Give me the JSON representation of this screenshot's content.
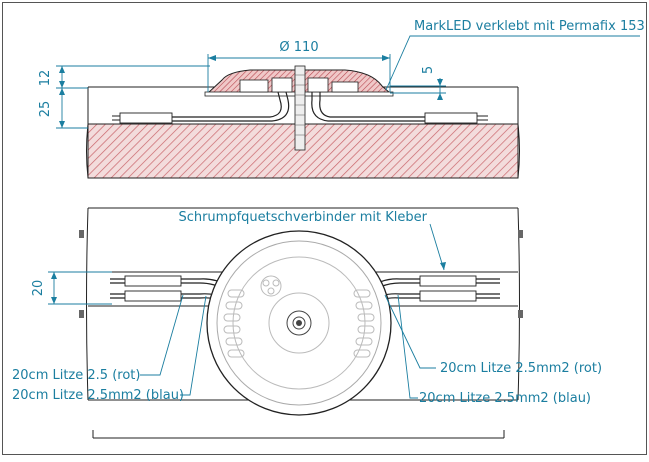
{
  "colors": {
    "dimension": "#1b7ea0",
    "outline": "#222222",
    "hatch": "#c9646a",
    "hatch_fill": "#f3dcdc",
    "frame": "#555555"
  },
  "dimensions": {
    "diameter": "Ø 110",
    "height_top": "12",
    "height_bottom": "25",
    "depth": "5",
    "cable_spacing": "20"
  },
  "labels": {
    "markled": "MarkLED verklebt mit Permafix 153",
    "connector": "Schrumpfquetschverbinder mit Kleber",
    "wire_red_left": "20cm Litze 2.5 (rot)",
    "wire_blue_left": "20cm Litze 2.5mm2 (blau)",
    "wire_red_right": "20cm Litze 2.5mm2 (rot)",
    "wire_blue_right": "20cm Litze 2.5mm2 (blau)"
  }
}
